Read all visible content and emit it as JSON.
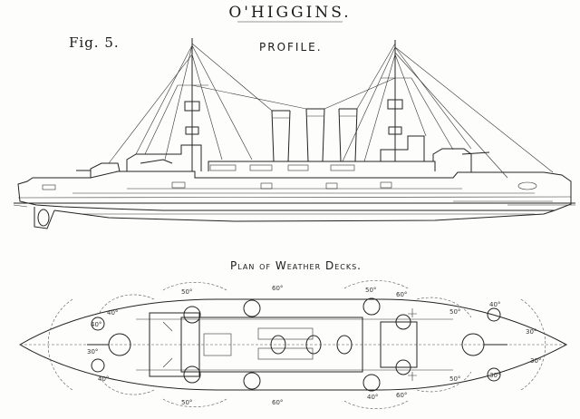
{
  "title": "O'HIGGINS.",
  "figure": "Fig. 5.",
  "profile_label": "PROFILE.",
  "plan_label": "Plan of Weather Decks.",
  "arc_labels": [
    "50°",
    "60°",
    "50°",
    "60°",
    "40°",
    "40°",
    "50°",
    "40°",
    "30°",
    "30°",
    "50°",
    "60°",
    "40°",
    "60°",
    "50°",
    "30°",
    "40°",
    "30°"
  ],
  "colors": {
    "ink": "#222222",
    "paper": "#fdfdfb"
  }
}
